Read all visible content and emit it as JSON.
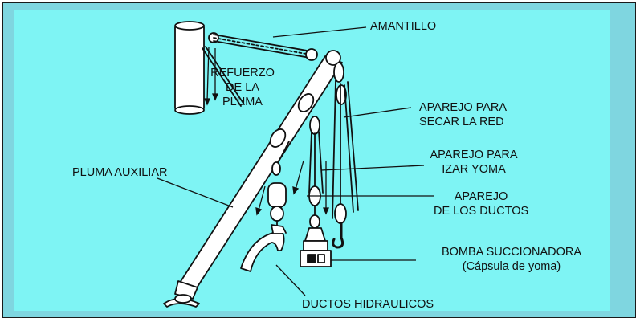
{
  "labels": {
    "amantillo": "AMANTILLO",
    "refuerzo": [
      "REFUERZO",
      "DE LA",
      "PLUMA"
    ],
    "aparejo_secar": [
      "APAREJO PARA",
      "SECAR LA RED"
    ],
    "aparejo_izar": [
      "APAREJO PARA",
      "IZAR YOMA"
    ],
    "aparejo_ductos": [
      "APAREJO",
      "DE LOS DUCTOS"
    ],
    "pluma_auxiliar": "PLUMA AUXILIAR",
    "bomba": [
      "BOMBA SUCCIONADORA",
      "(Cápsula de yoma)"
    ],
    "ductos": "DUCTOS HIDRAULICOS"
  },
  "colors": {
    "frame_bg": "#7fd6e0",
    "panel_bg": "#7ef4f4",
    "drawing_fill": "#ffffff",
    "drawing_stroke": "#111111"
  }
}
